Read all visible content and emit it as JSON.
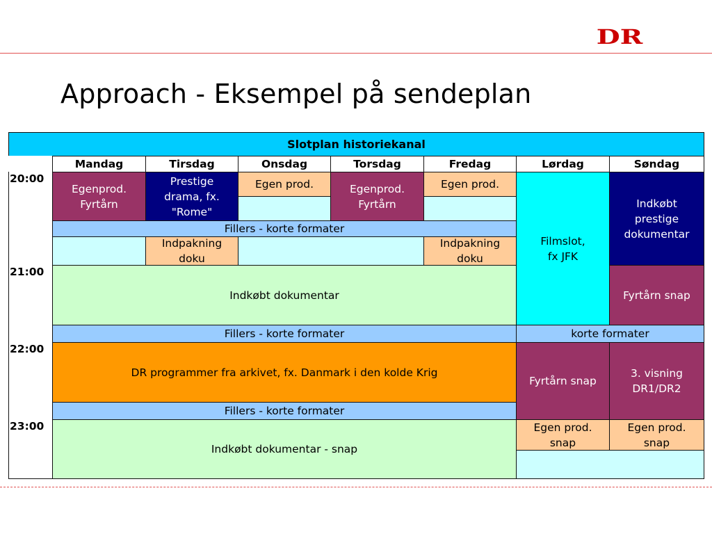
{
  "logo": {
    "text": "DR",
    "color": "#cc0000"
  },
  "title": "Approach - Eksempel på sendeplan",
  "table": {
    "heading": "Slotplan historiekanal",
    "days": [
      "Mandag",
      "Tirsdag",
      "Onsdag",
      "Torsdag",
      "Fredag",
      "Lørdag",
      "Søndag"
    ],
    "times": [
      "20:00",
      "21:00",
      "22:00",
      "23:00"
    ],
    "cells": {
      "mon_egenprod": "Egenprod.\nFyrtårn",
      "tue_prestige": "Prestige\ndrama, fx.\n\"Rome\"",
      "wed_egen": "Egen prod.",
      "thu_egenprod": "Egenprod.\nFyrtårn",
      "fri_egen": "Egen prod.",
      "sat_filmslot": "Filmslot,\nfx JFK",
      "sun_indkobt": "Indkøbt\nprestige\ndokumentar",
      "fillers_1": "Fillers - korte formater",
      "tue_indpakning": "Indpakning\ndoku",
      "fri_indpakning": "Indpakning\ndoku",
      "indkobt_dok": "Indkøbt dokumentar",
      "sun_fyrtarn": "Fyrtårn snap",
      "fillers_2": "Fillers - korte formater",
      "korte_formater": "korte formater",
      "dr_programmer": "DR programmer fra arkivet, fx. Danmark i den kolde Krig",
      "sat_fyrtarn": "Fyrtårn snap",
      "sun_visning": "3. visning\nDR1/DR2",
      "fillers_3": "Fillers - korte formater",
      "indkobt_snap": "Indkøbt dokumentar - snap",
      "sat_egen_snap": "Egen prod.\nsnap",
      "sun_egen_snap": "Egen prod.\nsnap"
    }
  },
  "colors": {
    "heading_bg": "#00ccff",
    "egenprod_fyrtarn": "#993366",
    "prestige_navy": "#000080",
    "egen_prod_peach": "#ffcc99",
    "empty_light_cyan": "#ccffff",
    "filmslot_cyan": "#00ffff",
    "fillers_blue": "#99ccff",
    "dokumentar_green": "#ccffcc",
    "dr_programmer_orange": "#ff9900",
    "accent_line": "#e05050"
  }
}
